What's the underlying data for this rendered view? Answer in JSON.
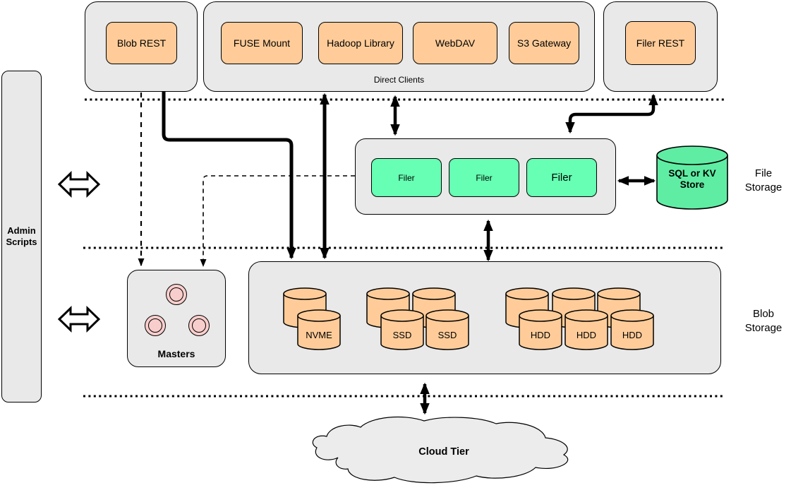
{
  "colors": {
    "box-orange": "#FFCC99",
    "box-green": "#66FFB3",
    "cyl-green": "#5FEDA4",
    "container-gray": "#E9E9E9",
    "cloud-gray": "#ECECEC",
    "circle-pink": "#F8CECC",
    "ink": "#000000",
    "canvas-bg": "#FFFFFF"
  },
  "admin": {
    "label": "Admin Scripts"
  },
  "clients": {
    "blob_rest": {
      "label": "Blob REST"
    },
    "direct": {
      "label": "Direct Clients",
      "items": [
        {
          "label": "FUSE Mount"
        },
        {
          "label": "Hadoop Library"
        },
        {
          "label": "WebDAV"
        },
        {
          "label": "S3 Gateway"
        }
      ]
    },
    "filer_rest": {
      "label": "Filer REST"
    }
  },
  "file_storage": {
    "layer_label": "File Storage",
    "filers": [
      {
        "label": "Filer"
      },
      {
        "label": "Filer"
      },
      {
        "label": "Filer"
      }
    ],
    "store": {
      "label": "SQL or KV Store"
    }
  },
  "masters": {
    "label": "Masters",
    "node_count": 3
  },
  "blob_storage": {
    "layer_label": "Blob Storage",
    "disk_groups": [
      {
        "type": "NVME",
        "back_count": 1,
        "front_labels": [
          "NVME"
        ]
      },
      {
        "type": "SSD",
        "back_count": 2,
        "front_labels": [
          "SSD",
          "SSD"
        ]
      },
      {
        "type": "HDD",
        "back_count": 3,
        "front_labels": [
          "HDD",
          "HDD",
          "HDD"
        ]
      }
    ]
  },
  "cloud": {
    "label": "Cloud Tier"
  }
}
